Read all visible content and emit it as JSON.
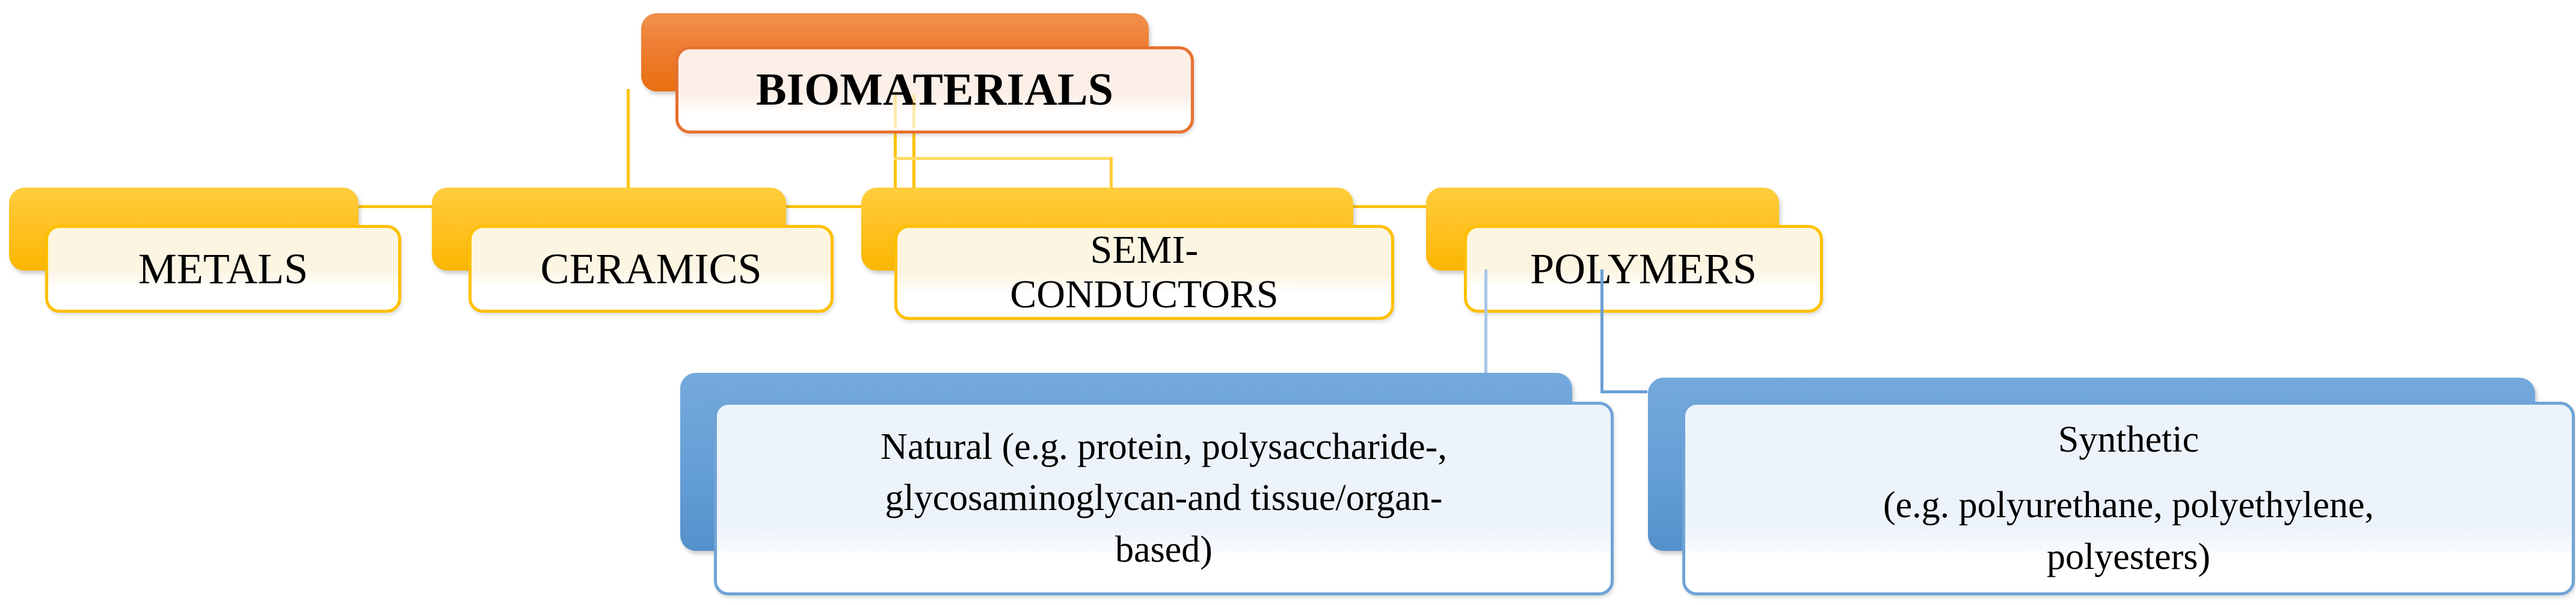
{
  "diagram": {
    "root": {
      "label": "BIOMATERIALS"
    },
    "level1": [
      {
        "id": "metals",
        "label": "METALS"
      },
      {
        "id": "ceramics",
        "label": "CERAMICS"
      },
      {
        "id": "semiconductors",
        "line1": "SEMI-",
        "line2": "CONDUCTORS"
      },
      {
        "id": "polymers",
        "label": "POLYMERS"
      }
    ],
    "level2": [
      {
        "id": "natural",
        "line1": "Natural (e.g. protein, polysaccharide-,",
        "line2": "glycosaminoglycan-and tissue/organ-",
        "line3": "based)"
      },
      {
        "id": "synthetic",
        "line1": "Synthetic",
        "line2": "(e.g. polyurethane, polyethylene,",
        "line3": "polyesters)"
      }
    ],
    "colors": {
      "orange_back": "#ED7D31",
      "orange_border": "#E8712F",
      "orange_tint": "#FBEFE7",
      "gold_back": "#FFC223",
      "gold_border": "#FFC000",
      "gold_tint": "#FCF5E2",
      "gold_connector": "#FFC107",
      "gold_connector_light": "#FFD966",
      "blue_back": "#66A0D7",
      "blue_border": "#6FA4D8",
      "blue_tint": "#EDF3FB",
      "blue_connector_light": "#A9C7E8",
      "blue_connector": "#6C9FD6",
      "text": "#000000",
      "background": "#FFFFFF"
    }
  }
}
